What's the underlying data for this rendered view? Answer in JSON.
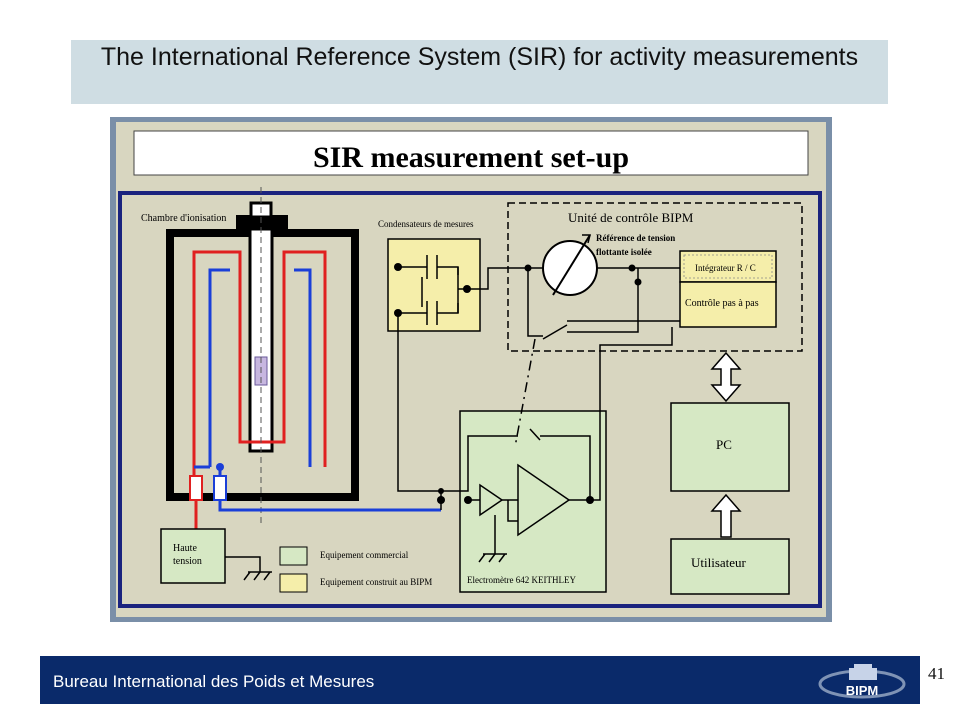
{
  "slide": {
    "title": "The International Reference System (SIR) for activity measurements",
    "page_number": "41"
  },
  "footer": {
    "organization": "Bureau International des Poids et Mesures",
    "logo_text": "BIPM"
  },
  "diagram": {
    "banner_title": "SIR measurement set-up",
    "labels": {
      "chamber": "Chambre d'ionisation",
      "capacitors": "Condensateurs de mesures",
      "control_unit": "Unité de contrôle BIPM",
      "reference_line1": "Référence de tension",
      "reference_line2": "flottante isolée",
      "integrator": "Intégrateur R / C",
      "stepper": "Contrôle pas à pas",
      "pc": "PC",
      "user": "Utilisateur",
      "high_voltage_line1": "Haute",
      "high_voltage_line2": "tension",
      "electrometer": "Electromètre 642 KEITHLEY"
    },
    "legend": [
      {
        "label": "Equipement commercial",
        "color": "#d6e8c4"
      },
      {
        "label": "Equipement construit au BIPM",
        "color": "#f5eeaa"
      }
    ],
    "colors": {
      "frame_outer": "#7a8fa8",
      "panel": "#d8d6c0",
      "border_navy": "#1a237e",
      "wire_red": "#e02020",
      "wire_blue": "#1a3fd8",
      "bipm_yellow": "#f5eeaa",
      "commercial_green": "#d6e8c4"
    }
  }
}
